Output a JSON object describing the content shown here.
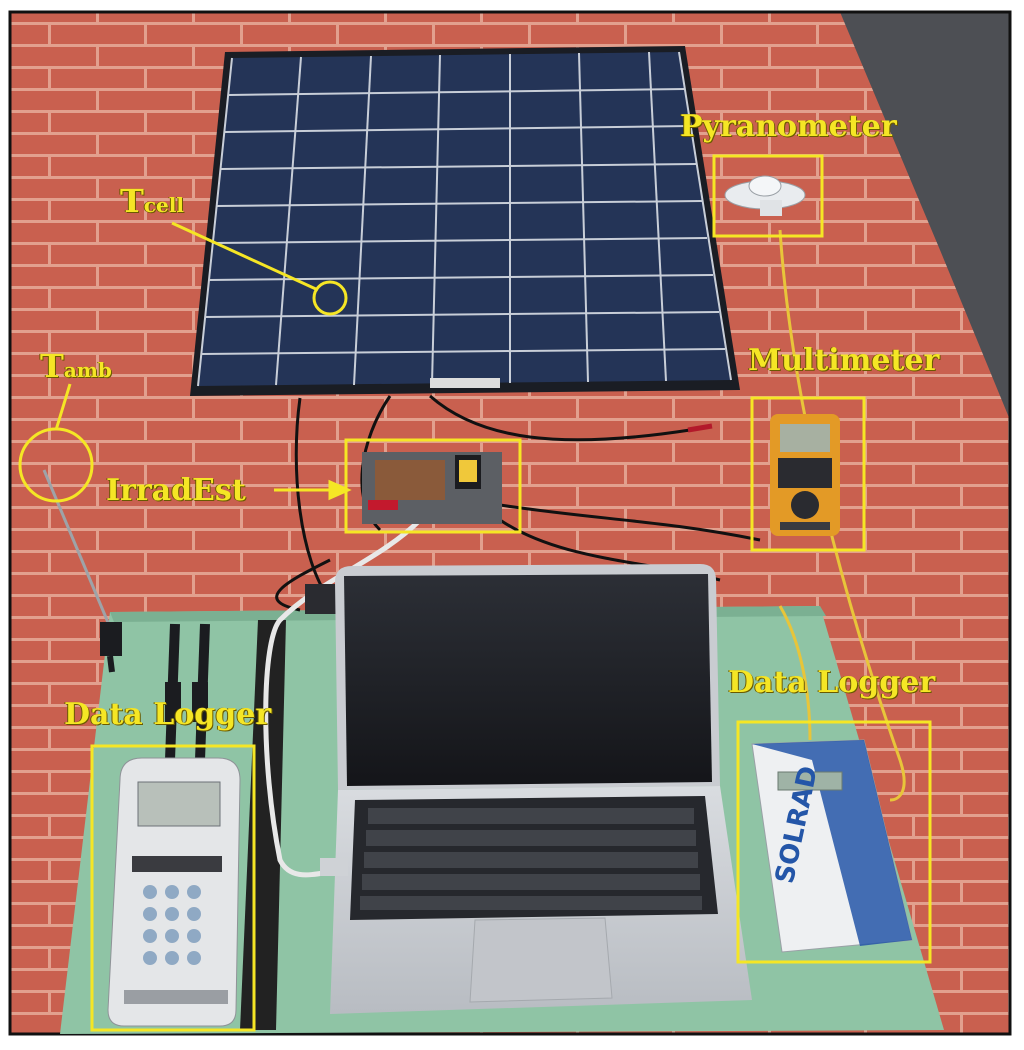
{
  "labels": {
    "pyranometer": "Pyranometer",
    "multimeter": "Multimeter",
    "irradest": "IrradEst",
    "data_logger_left": "Data Logger",
    "data_logger_right": "Data Logger",
    "tcell_main": "T",
    "tcell_sub": "cell",
    "tamb_main": "T",
    "tamb_sub": "amb"
  },
  "device_text": {
    "solrad": "SOLRAD"
  },
  "colors": {
    "annotation": "#f5e625",
    "tile": "#c9604f",
    "grout": "#e2a08e",
    "board": "#8fc4a5",
    "panel_cell": "#1e2a4a",
    "laptop": "#c9ccd1"
  }
}
